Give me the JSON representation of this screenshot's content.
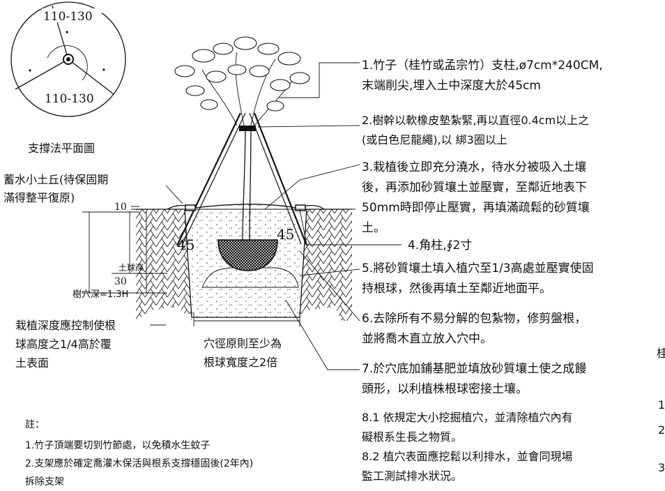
{
  "plan": {
    "angle_top": "110-130",
    "angle_bottom": "110-130",
    "caption": "支撐法平面圖"
  },
  "left_labels": {
    "mound": [
      "蓄水小土丘(待保固期",
      "滿得整平復原)"
    ],
    "dim_10": "10",
    "dim_30": "30",
    "ball_depth": "土球深",
    "hole_depth": "樹穴深=1.3H",
    "angle_left": "45",
    "angle_right": "45",
    "planting_depth": [
      "栽植深度應控制使根",
      "球高度之1/4高於覆",
      "土表面"
    ],
    "hole_width": [
      "穴徑原則至少為",
      "根球寬度之2倍"
    ]
  },
  "notes": {
    "title": "註：",
    "items": [
      "1.竹子頂端要切到竹節處，以免積水生蚊子",
      "2.支架應於確定喬灌木保活與根系支撐穩固後(2年內)",
      "拆除支架"
    ]
  },
  "callouts": [
    [
      "1.竹子（桂竹或孟宗竹）支柱,ø7cm*240CM,",
      "末端削尖,埋入土中深度大於45cm"
    ],
    [
      "2.樹幹以軟橡皮墊紮緊,再以直徑0.4cm以上之",
      "(或白色尼龍繩),以  綁3圈以上"
    ],
    [
      "3.栽植後立即充分澆水，待水分被吸入土壤",
      "後，再添加砂質壤土並壓實，至鄰近地表下",
      "50mm時即停止壓實，再填滿疏鬆的砂質壤",
      "土。"
    ],
    [
      "4.角柱,∮2寸"
    ],
    [
      "5.將砂質壤土填入植穴至1/3高處並壓實使固",
      "持根球，然後再填土至鄰近地面平。"
    ],
    [
      "6.去除所有不易分解的包紮物，修剪盤根，",
      "並將喬木直立放入穴中。"
    ],
    [
      "7.於穴底加鋪基肥並填放砂質壤土使之成饅",
      "頭形，以利植株根球密接土壤。"
    ],
    [
      "8.1 依規定大小挖掘植穴，並清除植穴內有",
      "礙根系生長之物質。"
    ],
    [
      "8.2 植穴表面應挖鬆以利排水，並會同現場",
      "監工測試排水狀況。"
    ]
  ],
  "edge_glyphs": [
    "桂",
    "1",
    "2",
    "3"
  ]
}
